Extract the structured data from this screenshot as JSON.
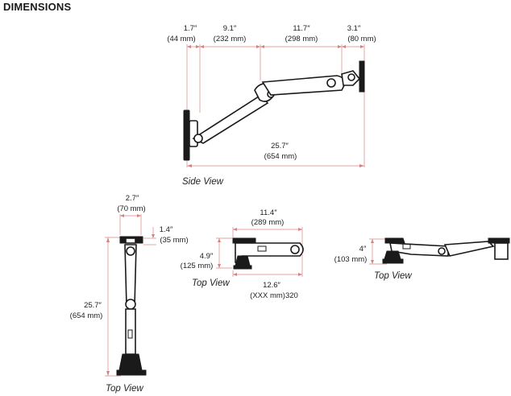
{
  "title": "DIMENSIONS",
  "views": {
    "side": "Side View",
    "top1": "Top View",
    "top2": "Top View",
    "top3": "Top View"
  },
  "side": {
    "d1_in": "1.7″",
    "d1_mm": "(44 mm)",
    "d2_in": "9.1″",
    "d2_mm": "(232 mm)",
    "d3_in": "11.7″",
    "d3_mm": "(298 mm)",
    "d4_in": "3.1″",
    "d4_mm": "(80 mm)",
    "total_in": "25.7″",
    "total_mm": "(654 mm)"
  },
  "top_vertical": {
    "width_in": "2.7″",
    "width_mm": "(70 mm)",
    "depth_in": "1.4″",
    "depth_mm": "(35 mm)",
    "length_in": "25.7″",
    "length_mm": "(654 mm)"
  },
  "top_folded": {
    "width_in": "11.4″",
    "width_mm": "(289 mm)",
    "height_in": "4.9″",
    "height_mm": "(125 mm)",
    "reach_in": "12.6″",
    "reach_mm": "(XXX mm)320"
  },
  "top_extended": {
    "height_in": "4″",
    "height_mm": "(103 mm)"
  }
}
